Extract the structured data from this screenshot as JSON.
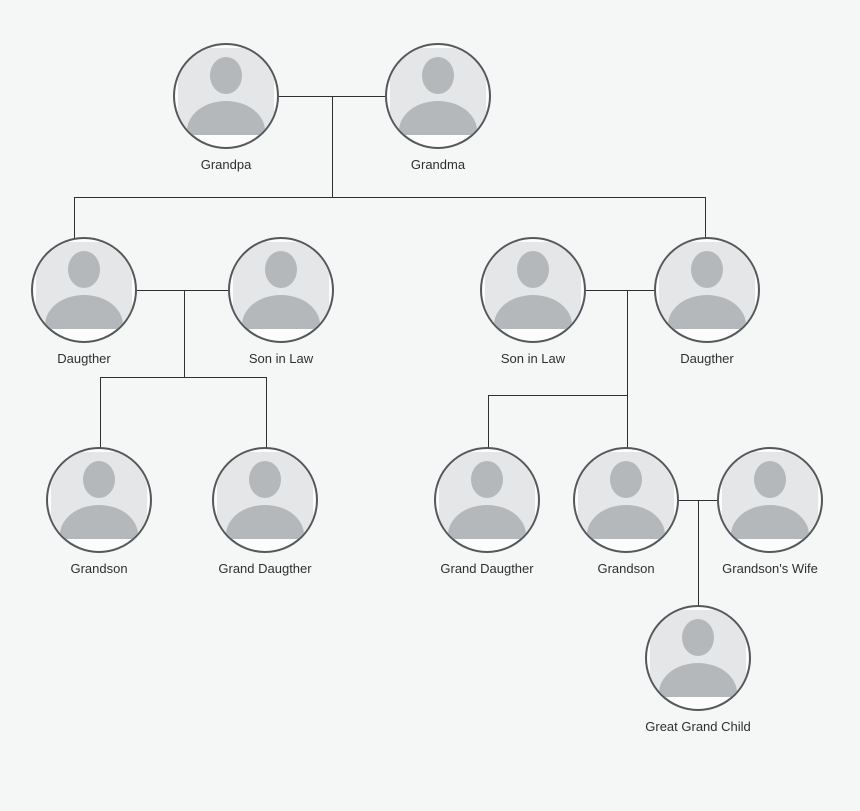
{
  "diagram": {
    "type": "family-tree",
    "colors": {
      "background": "#f5f6f6",
      "node_border": "#55585b",
      "node_fill": "#fcfcfd",
      "photo_background": "#e4e6e7",
      "silhouette": "#b4b8bb",
      "connector": "#2e3032",
      "label_text": "#2f2f2f"
    },
    "nodes": [
      {
        "id": "grandpa",
        "label": "Grandpa"
      },
      {
        "id": "grandma",
        "label": "Grandma"
      },
      {
        "id": "daughter-left",
        "label": "Daugther"
      },
      {
        "id": "son-in-law-left",
        "label": "Son in Law"
      },
      {
        "id": "son-in-law-right",
        "label": "Son in Law"
      },
      {
        "id": "daughter-right",
        "label": "Daugther"
      },
      {
        "id": "grandson-left",
        "label": "Grandson"
      },
      {
        "id": "grand-daughter-left",
        "label": "Grand Daugther"
      },
      {
        "id": "grand-daughter-right",
        "label": "Grand Daugther"
      },
      {
        "id": "grandson-right",
        "label": "Grandson"
      },
      {
        "id": "grandsons-wife",
        "label": "Grandson's Wife"
      },
      {
        "id": "great-grand-child",
        "label": "Great Grand Child"
      }
    ]
  }
}
